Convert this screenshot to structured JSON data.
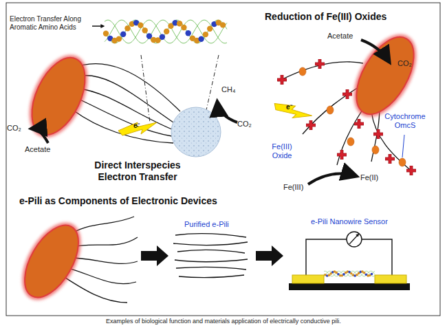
{
  "diagram": {
    "caption": "Examples of biological function and materials application of electrically conductive pili.",
    "labels": [
      "Electron Transfer Along Aromatic Amino Acids",
      "Reduction of Fe(III) Oxides",
      "CO₂",
      "Acetate",
      "CH₄",
      "CO₂",
      "e⁻",
      "Direct Interspecies Electron Transfer",
      "Acetate",
      "CO₂",
      "e⁻",
      "Cytochrome OmcS",
      "Fe(III) Oxide",
      "Fe(II)",
      "Fe(III)",
      "e-Pili as Components of Electronic Devices",
      "Purified e-Pili",
      "e-Pili Nanowire Sensor"
    ]
  }
}
